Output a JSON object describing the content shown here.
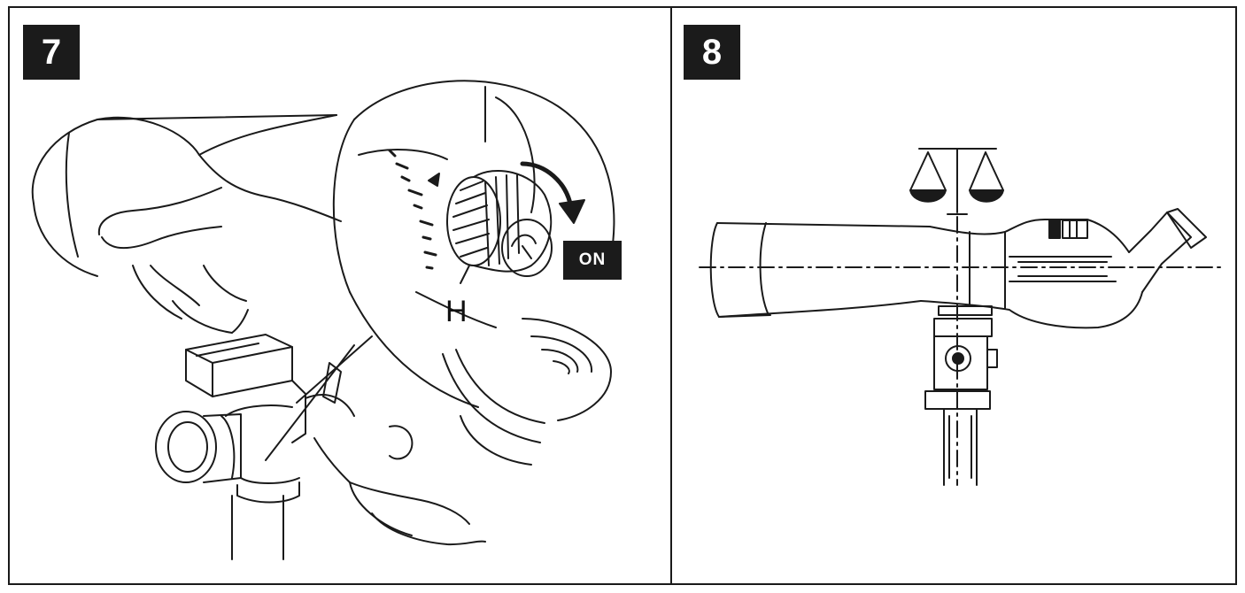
{
  "panels": [
    {
      "step": "7",
      "callouts": {
        "switch_label": "ON",
        "part_label": "H"
      }
    },
    {
      "step": "8"
    }
  ]
}
